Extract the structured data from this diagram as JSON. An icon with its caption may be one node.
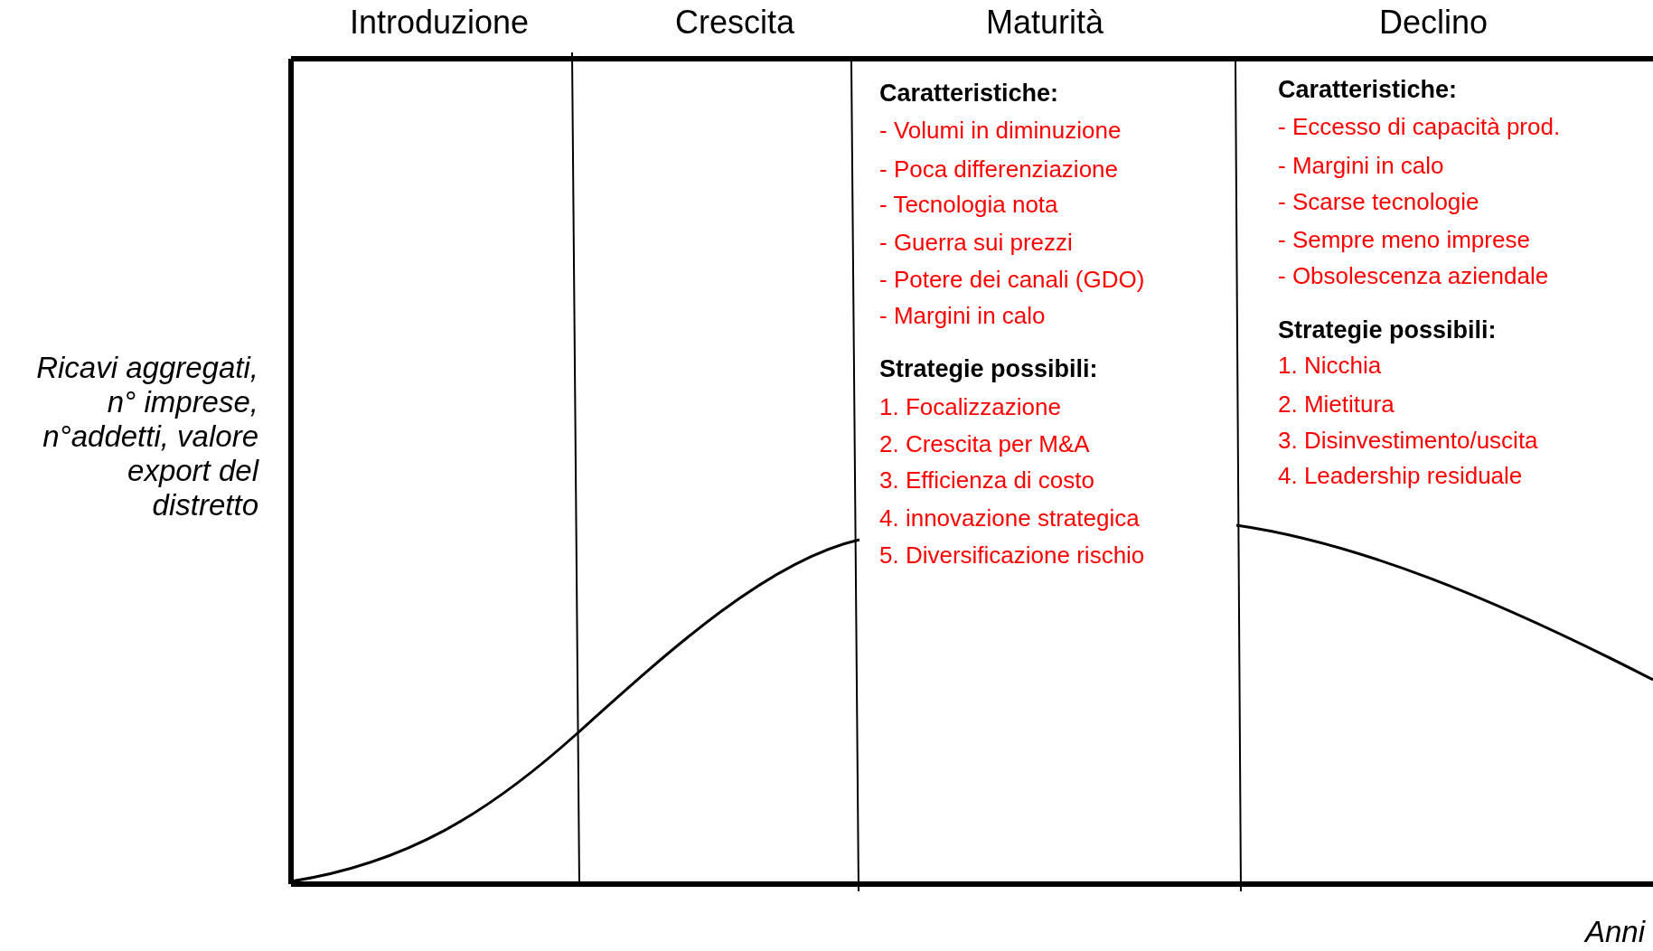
{
  "diagram": {
    "labels": [
      "Introduzione",
      "Crescita",
      "Maturità",
      "Declino",
      "Ricavi aggregati, n° imprese, n°addetti, valore export del distretto",
      "Caratteristiche:",
      "- Volumi in diminuzione",
      "- Poca differenziazione",
      "- Tecnologia nota",
      "- Guerra sui prezzi",
      "- Potere dei canali (GDO)",
      "- Margini in calo",
      "Strategie possibili:",
      "1. Focalizzazione",
      "2. Crescita per M&A",
      "3. Efficienza di costo",
      "4. innovazione strategica",
      "5. Diversificazione rischio",
      "Caratteristiche:",
      "- Eccesso di capacità prod.",
      "- Margini in calo",
      "- Scarse tecnologie",
      "- Sempre meno imprese",
      "- Obsolescenza aziendale",
      "Strategie possibili:",
      "1. Nicchia",
      "2. Mietitura",
      "3. Disinvestimento/uscita",
      "4. Leadership residuale",
      "Anni"
    ]
  }
}
